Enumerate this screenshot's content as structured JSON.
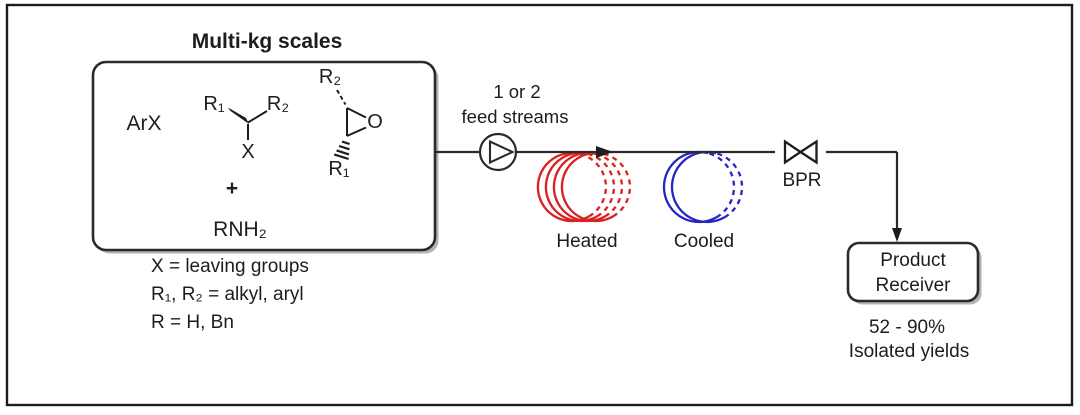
{
  "colors": {
    "heated": "#d92121",
    "cooled": "#2525c2",
    "ink": "#1d1d1d"
  },
  "title": "Multi-kg scales",
  "reagent_box": {
    "arx": "ArX",
    "halide": {
      "r1": "R₁",
      "r2": "R₂",
      "x": "X"
    },
    "plus": "+",
    "epoxide": {
      "r2": "R₂",
      "o": "O",
      "r1": "R₁"
    },
    "amine": "RNH₂"
  },
  "legend": [
    "X = leaving groups",
    "R₁, R₂ = alkyl, aryl",
    "R = H, Bn"
  ],
  "feed": {
    "line1": "1 or 2",
    "line2": "feed streams"
  },
  "coils": {
    "heated_label": "Heated",
    "cooled_label": "Cooled"
  },
  "bpr": {
    "label": "BPR"
  },
  "receiver": {
    "line1": "Product",
    "line2": "Receiver"
  },
  "yield": {
    "range": "52 - 90%",
    "caption": "Isolated yields"
  }
}
